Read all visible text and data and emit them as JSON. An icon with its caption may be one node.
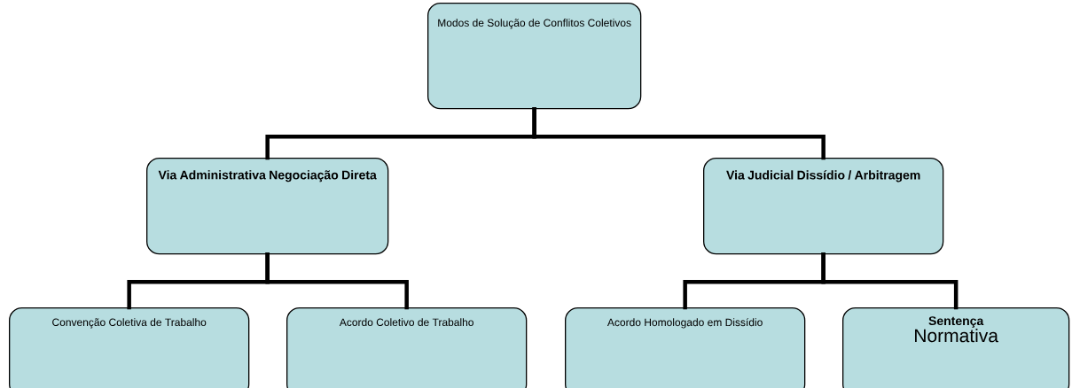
{
  "diagram": {
    "nodes": [
      {
        "text": [
          "Modos de Solução de Conflitos Coletivos"
        ]
      },
      {
        "text": [
          "Via Administrativa Negociação Direta"
        ]
      },
      {
        "text": [
          "Via Judicial Dissídio / Arbitragem"
        ]
      },
      {
        "text": [
          "Convenção Coletiva de Trabalho"
        ]
      },
      {
        "text": [
          "Acordo Coletivo de Trabalho"
        ]
      },
      {
        "text": [
          "Acordo Homologado em Dissídio"
        ]
      },
      {
        "text": [
          "Sentença",
          "Normativa"
        ]
      }
    ],
    "edges": [
      {
        "from": 0,
        "to": 1,
        "arrow": "none"
      },
      {
        "from": 0,
        "to": 2,
        "arrow": "none"
      },
      {
        "from": 1,
        "to": 3,
        "arrow": "none"
      },
      {
        "from": 1,
        "to": 4,
        "arrow": "none"
      },
      {
        "from": 2,
        "to": 5,
        "arrow": "none"
      },
      {
        "from": 2,
        "to": 6,
        "arrow": "none"
      }
    ]
  }
}
